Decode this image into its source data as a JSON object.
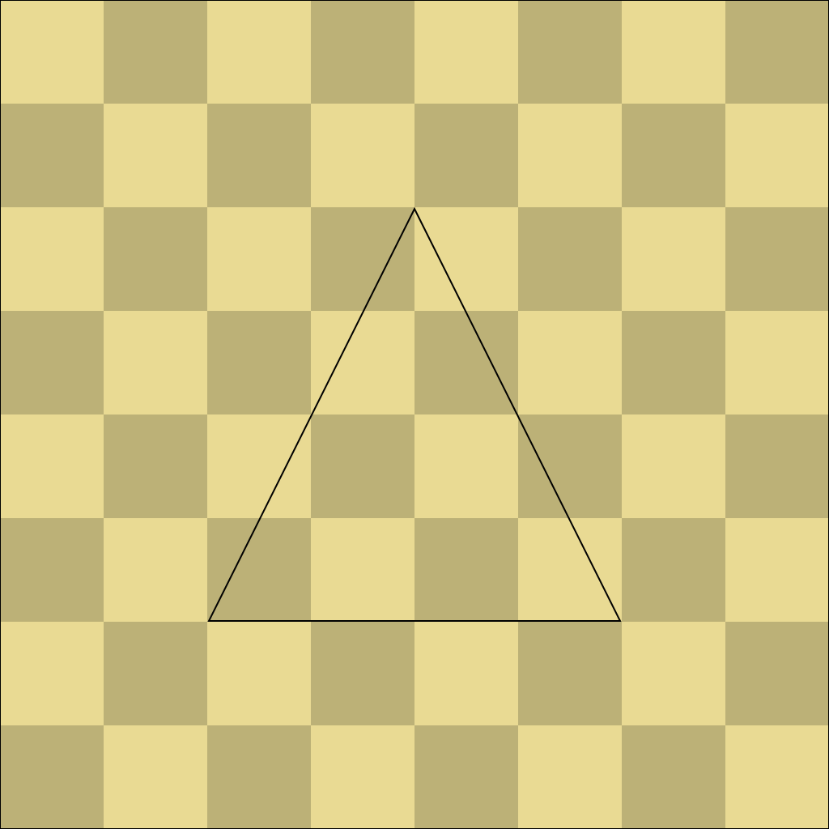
{
  "board": {
    "rows": 8,
    "cols": 8,
    "top_left_square": "light",
    "colors": {
      "light": "#E9DA93",
      "dark": "#BCB177",
      "border": "#000000"
    }
  },
  "triangle": {
    "shape": "equilateral-triangle",
    "orientation": "point-up",
    "stroke_color": "#000000",
    "fill": "none"
  }
}
